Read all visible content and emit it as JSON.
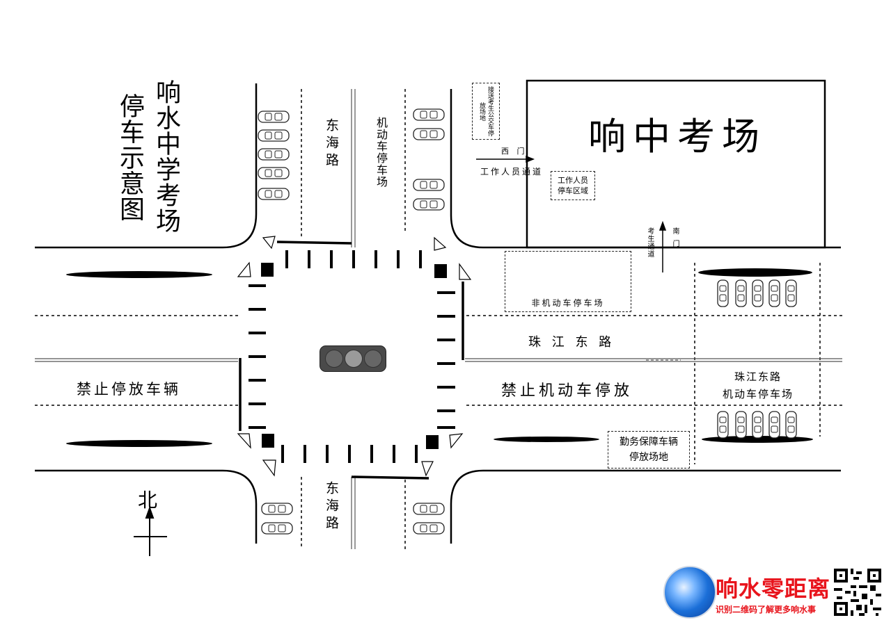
{
  "title": {
    "line1": "响水中学考场",
    "line2": "停车示意图"
  },
  "exam_site": "响中考场",
  "gates": {
    "west": "西 门",
    "staff_channel": "工作人员通道",
    "south": "南门",
    "student_channel": "考生通道"
  },
  "zones": {
    "shuttle_bus": "接送考生公交车停放场地",
    "staff_parking": [
      "工作人员",
      "停车区域"
    ],
    "non_motor_parking": "非机动车停车场",
    "motor_parking_lot": "机动车停车场",
    "zhujiang_parking": [
      "珠江东路",
      "机动车停车场"
    ],
    "service_vehicle": [
      "勤务保障车辆",
      "停放场地"
    ]
  },
  "roads": {
    "donghai_north": "东海路",
    "donghai_south": "东海路",
    "zhujiang": "珠 江 东 路"
  },
  "prohibitions": {
    "west": "禁止停放车辆",
    "east": "禁止机动车停放"
  },
  "compass": "北",
  "logo": {
    "name": "响水零距离",
    "tagline": "识别二维码了解更多响水事"
  },
  "colors": {
    "logo_text": "#e8141c",
    "logo_blue": "#1b6fd8",
    "traffic_light_body": "#4a4a4a"
  },
  "icons": [
    "car-icon",
    "bicycle-icon",
    "traffic-light-icon",
    "north-arrow-icon",
    "qr-code-icon",
    "logo-swirl-icon"
  ]
}
